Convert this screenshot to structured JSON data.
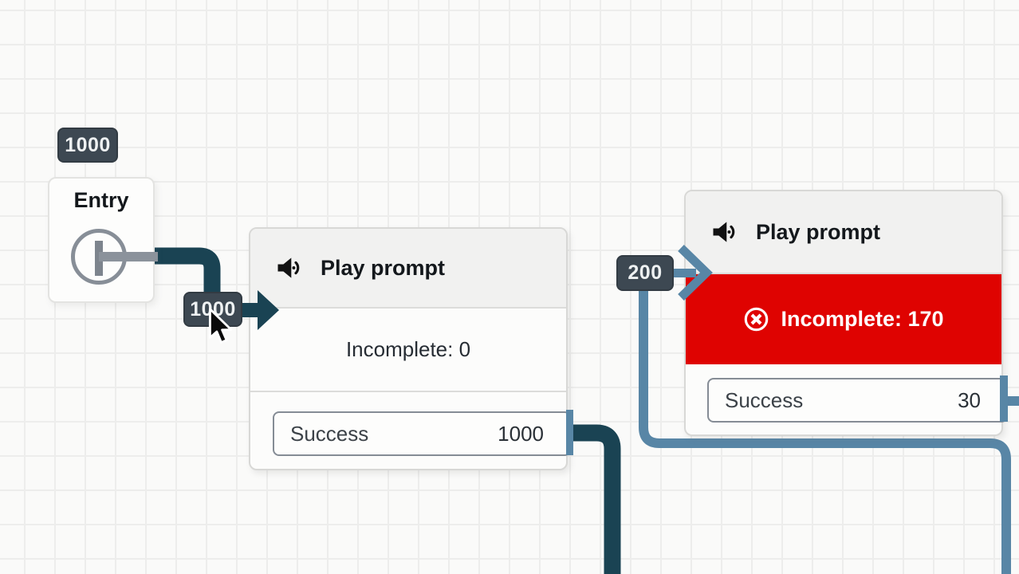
{
  "canvas": {
    "background": "#fafaf9",
    "grid_color": "#ededec"
  },
  "colors": {
    "connector_dark_teal": "#1a4353",
    "connector_steel_blue": "#5886a6",
    "badge_bg": "#3d4852",
    "error_red": "#df0301",
    "node_header_bg": "#f1f1f0"
  },
  "badges": {
    "entry_count": "1000",
    "entry_to_play1_count": "1000",
    "to_play2_count": "200"
  },
  "entry_node": {
    "title": "Entry",
    "icon": "entry-point-icon"
  },
  "play_prompt_1": {
    "title": "Play prompt",
    "icon": "speaker-icon",
    "status_label": "Incomplete: 0",
    "outputs": [
      {
        "label": "Success",
        "value": "1000"
      }
    ]
  },
  "play_prompt_2": {
    "title": "Play prompt",
    "icon": "speaker-icon",
    "status_label": "Incomplete: 170",
    "status_icon": "error-circle-x-icon",
    "outputs": [
      {
        "label": "Success",
        "value": "30"
      }
    ]
  }
}
